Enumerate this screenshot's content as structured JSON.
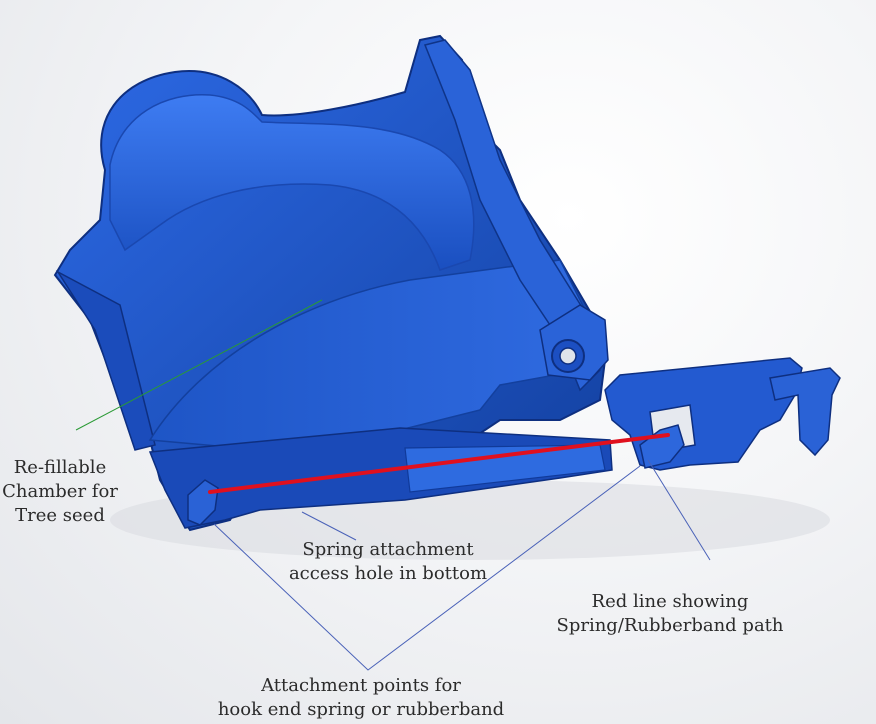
{
  "callouts": {
    "chamber": {
      "line1": "Re-fillable",
      "line2": "Chamber for",
      "line3": "Tree seed"
    },
    "access_hole": {
      "line1": "Spring attachment",
      "line2": "access hole in bottom"
    },
    "red_line": {
      "line1": "Red line showing",
      "line2": "Spring/Rubberband path"
    },
    "attachment": {
      "line1": "Attachment points for",
      "line2": "hook end spring or rubberband"
    }
  },
  "colors": {
    "part_blue": "#1f56c8",
    "part_dark": "#103a9a",
    "part_light": "#3c7af0",
    "spring_path": "#e0101e",
    "leader_green": "#2a9a35",
    "leader_blue": "#4a62b8",
    "text": "#2b2b2b"
  }
}
